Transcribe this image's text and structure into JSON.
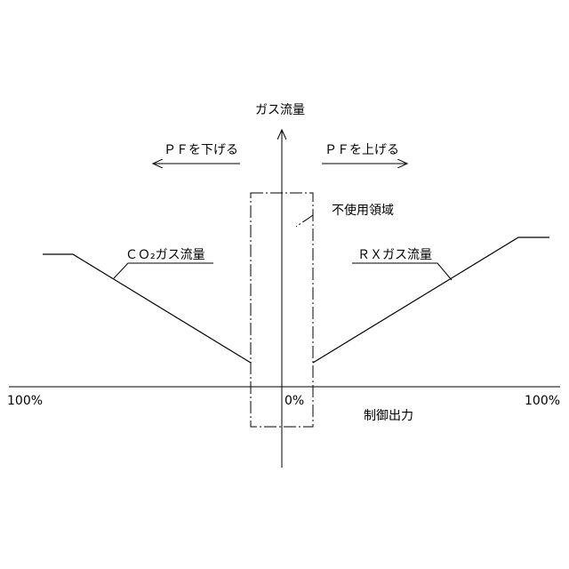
{
  "labels": {
    "y_axis": "ガス流量",
    "x_axis": "制御出力",
    "left_arrow": "ＰＦを下げる",
    "right_arrow": "ＰＦを上げる",
    "unused_region": "不使用領域",
    "co2_flow": "ＣＯ₂ガス流量",
    "rx_flow": "ＲＸガス流量",
    "left_percent": "100%",
    "center_percent": "0%",
    "right_percent": "100%"
  },
  "colors": {
    "line": "#000000",
    "background": "#ffffff"
  }
}
